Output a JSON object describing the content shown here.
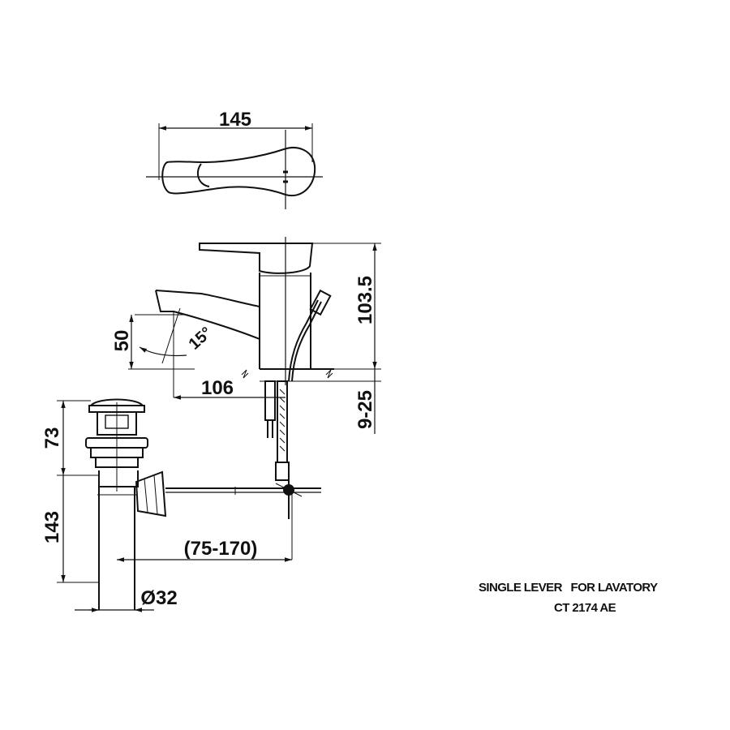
{
  "dimensions": {
    "top_width": "145",
    "spout_angle": "15°",
    "spout_height": "50",
    "body_height": "103.5",
    "spout_reach": "106",
    "deck_thickness": "9-25",
    "waste_top": "73",
    "waste_tail": "143",
    "waste_offset": "(75-170)",
    "waste_diameter": "Ø32"
  },
  "title": {
    "line1": "SINGLE LEVER   FOR LAVATORY",
    "line2": "CT 2174 AE"
  }
}
